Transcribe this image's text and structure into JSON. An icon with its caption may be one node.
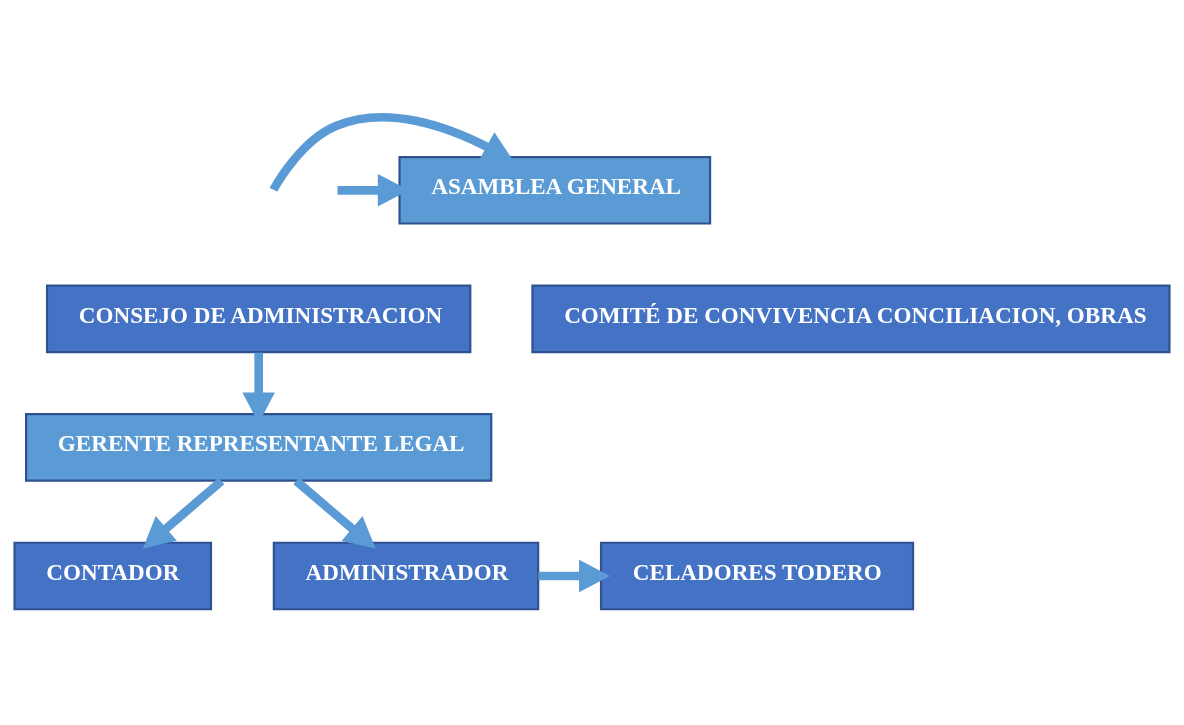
{
  "diagram": {
    "nodes": [
      {
        "text": [
          "ASAMBLEA GENERAL"
        ]
      },
      {
        "text": [
          "CONSEJO DE ADMINISTRACION"
        ]
      },
      {
        "text": [
          "COMITÉ DE CONVIVENCIA CONCILIACION, OBRAS"
        ]
      },
      {
        "text": [
          "GERENTE REPRESENTANTE LEGAL"
        ]
      },
      {
        "text": [
          "CONTADOR"
        ]
      },
      {
        "text": [
          "ADMINISTRADOR"
        ]
      },
      {
        "text": [
          "CELADORES TODERO"
        ]
      }
    ],
    "edges": [
      {
        "from": null,
        "to": 0,
        "arrow": "to"
      },
      {
        "from": null,
        "to": 0,
        "arrow": "to"
      },
      {
        "from": 1,
        "to": 3,
        "arrow": "to"
      },
      {
        "from": 3,
        "to": 4,
        "arrow": "to"
      },
      {
        "from": 3,
        "to": 5,
        "arrow": "to"
      },
      {
        "from": 5,
        "to": 6,
        "arrow": "to"
      }
    ]
  }
}
